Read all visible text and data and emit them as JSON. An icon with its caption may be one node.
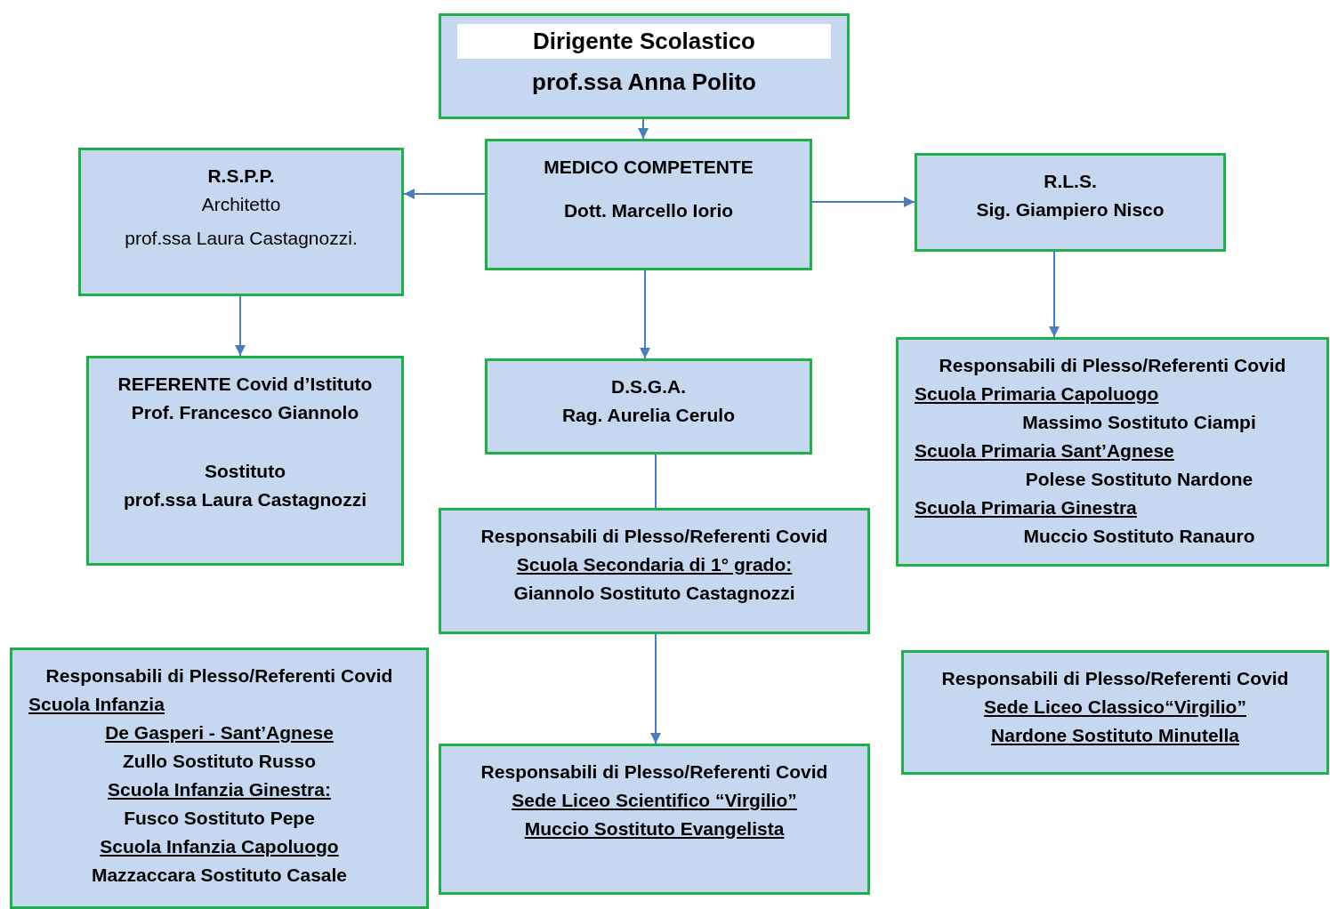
{
  "diagram": {
    "nodes": [
      {
        "text": [
          "Dirigente Scolastico",
          "prof.ssa Anna Polito"
        ]
      },
      {
        "text": [
          "MEDICO COMPETENTE",
          "Dott. Marcello Iorio"
        ]
      },
      {
        "text": [
          "R.S.P.P.",
          "Architetto",
          "prof.ssa Laura Castagnozzi."
        ]
      },
      {
        "text": [
          "R.L.S.",
          "Sig. Giampiero Nisco"
        ]
      },
      {
        "text": [
          "REFERENTE Covid d’Istituto",
          "Prof. Francesco Giannolo",
          "Sostituto",
          "prof.ssa Laura Castagnozzi"
        ]
      },
      {
        "text": [
          "D.S.G.A.",
          "Rag. Aurelia Cerulo"
        ]
      },
      {
        "text": [
          "Responsabili di Plesso/Referenti Covid",
          "Scuola Primaria Capoluogo",
          "Massimo Sostituto Ciampi",
          "Scuola Primaria Sant’Agnese",
          "Polese Sostituto Nardone",
          "Scuola Primaria Ginestra",
          "Muccio Sostituto Ranauro"
        ]
      },
      {
        "text": [
          "Responsabili di Plesso/Referenti Covid",
          "Scuola Secondaria di 1° grado:",
          "Giannolo   Sostituto Castagnozzi"
        ]
      },
      {
        "text": [
          "Responsabili di Plesso/Referenti Covid",
          "Scuola Infanzia",
          "De Gasperi - Sant’Agnese",
          "Zullo Sostituto Russo",
          "Scuola Infanzia Ginestra:",
          "Fusco  Sostituto Pepe",
          "Scuola Infanzia Capoluogo",
          "Mazzaccara  Sostituto Casale"
        ]
      },
      {
        "text": [
          "Responsabili di Plesso/Referenti Covid",
          "Sede Liceo Scientifico “Virgilio”",
          "Muccio  Sostituto Evangelista"
        ]
      },
      {
        "text": [
          "Responsabili di Plesso/Referenti Covid",
          "Sede Liceo Classico“Virgilio”",
          "Nardone  Sostituto Minutella"
        ]
      }
    ],
    "edges": [
      {
        "from": 0,
        "to": 1,
        "arrow": "to"
      },
      {
        "from": 1,
        "to": 2,
        "arrow": "to"
      },
      {
        "from": 1,
        "to": 3,
        "arrow": "to"
      },
      {
        "from": 2,
        "to": 4,
        "arrow": "to"
      },
      {
        "from": 1,
        "to": 5,
        "arrow": "to"
      },
      {
        "from": 5,
        "to": 7,
        "arrow": "none"
      },
      {
        "from": 7,
        "to": 9,
        "arrow": "to"
      },
      {
        "from": 3,
        "to": 6,
        "arrow": "to"
      }
    ]
  }
}
